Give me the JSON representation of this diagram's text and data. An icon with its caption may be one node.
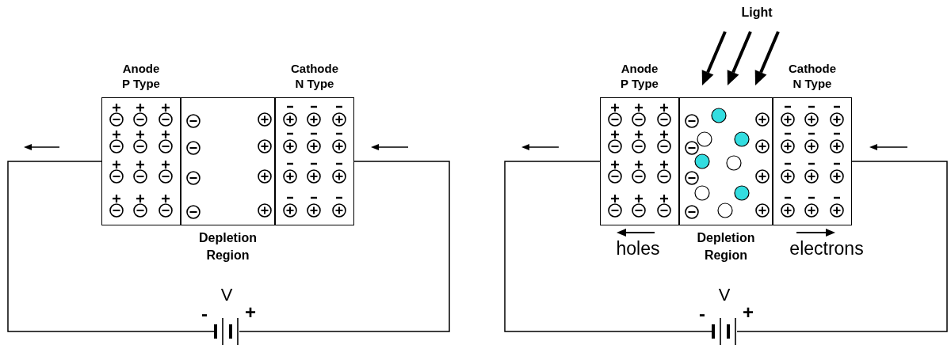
{
  "diagram": {
    "nodes": [
      {
        "text": [
          "Anode",
          "P Type"
        ]
      },
      {
        "text": [
          "Depletion Region"
        ]
      },
      {
        "text": [
          "Cathode",
          "N Type"
        ]
      },
      {
        "text": [
          "V"
        ],
        "beside": [
          "-",
          "+"
        ]
      },
      {
        "text": [
          "Anode",
          "P Type"
        ]
      },
      {
        "text": [
          "Depletion Region"
        ]
      },
      {
        "text": [
          "Cathode",
          "N Type"
        ]
      },
      {
        "text": [
          "V"
        ],
        "beside": [
          "-",
          "+"
        ]
      }
    ],
    "edges": [
      {
        "from": 0,
        "to": 3,
        "arrow": "none"
      },
      {
        "from": 3,
        "to": 2,
        "arrow": "none"
      },
      {
        "from": 4,
        "to": 7,
        "arrow": "none"
      },
      {
        "from": 7,
        "to": 6,
        "arrow": "none"
      }
    ],
    "labels": [
      "Light",
      "holes",
      "electrons"
    ]
  }
}
